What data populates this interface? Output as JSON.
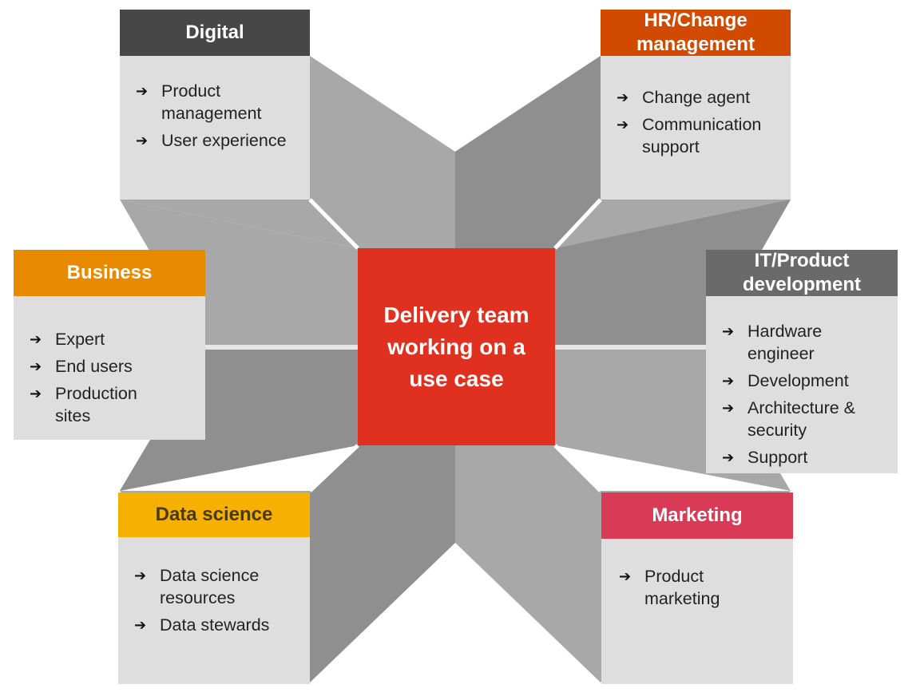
{
  "center": {
    "title": "Delivery team working on a use case"
  },
  "colors": {
    "digital": "#474747",
    "hr": "#d14a00",
    "business": "#e88a00",
    "it": "#6a6a6a",
    "data_science": "#f5b000",
    "marketing": "#d93a55",
    "center": "#e03120",
    "box_body": "#dedede",
    "x_shape": "#a8a8a8"
  },
  "boxes": {
    "digital": {
      "title": "Digital",
      "icon": "arrow-right-icon",
      "items": [
        "Product management",
        "User experience"
      ]
    },
    "hr": {
      "title": "HR/Change management",
      "icon": "arrow-right-icon",
      "items": [
        "Change agent",
        "Communication support"
      ]
    },
    "business": {
      "title": "Business",
      "icon": "arrow-right-icon",
      "items": [
        "Expert",
        "End users",
        "Production sites"
      ]
    },
    "it": {
      "title": "IT/Product development",
      "icon": "arrow-right-icon",
      "items": [
        "Hardware engineer",
        "Development",
        "Architecture & security",
        "Support"
      ]
    },
    "data_science": {
      "title": "Data science",
      "icon": "arrow-right-icon",
      "items": [
        "Data science resources",
        "Data stewards"
      ]
    },
    "marketing": {
      "title": "Marketing",
      "icon": "arrow-right-icon",
      "items": [
        "Product marketing"
      ]
    }
  }
}
